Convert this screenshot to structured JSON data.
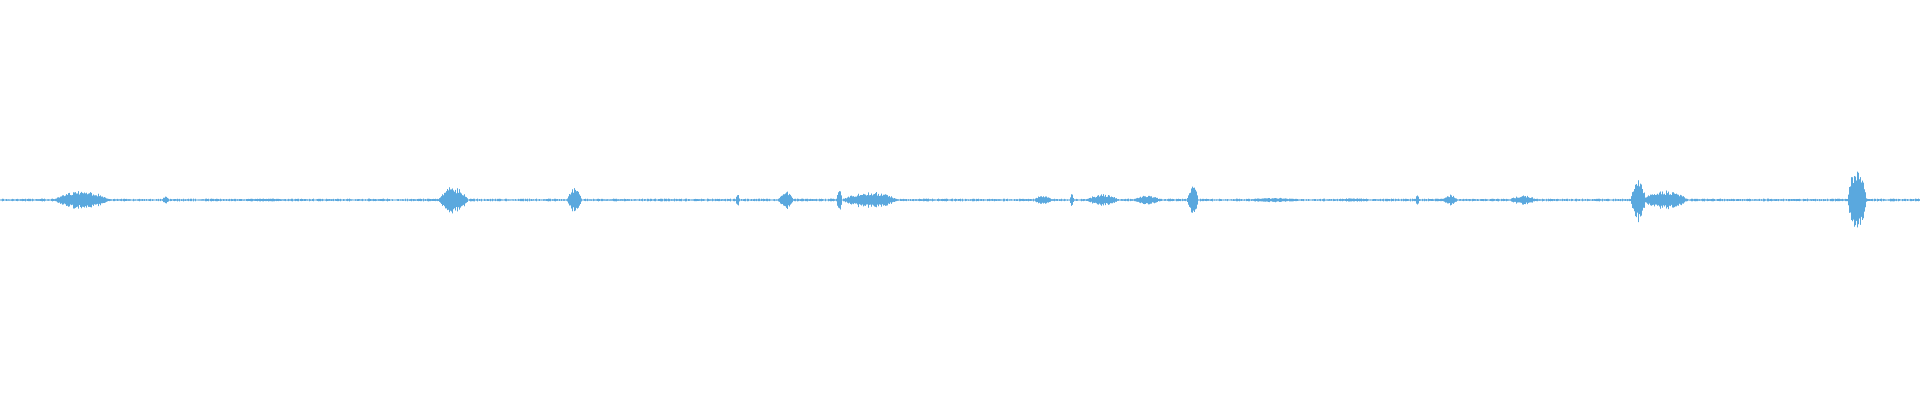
{
  "waveform": {
    "color": "#5aa8de",
    "baseline_amplitude": 0.006,
    "duration": 1.0,
    "bursts": [
      {
        "center": 0.042,
        "width": 0.03,
        "amplitude": 0.05
      },
      {
        "center": 0.086,
        "width": 0.004,
        "amplitude": 0.02
      },
      {
        "center": 0.137,
        "width": 0.03,
        "amplitude": 0.008
      },
      {
        "center": 0.195,
        "width": 0.015,
        "amplitude": 0.006
      },
      {
        "center": 0.236,
        "width": 0.016,
        "amplitude": 0.07
      },
      {
        "center": 0.299,
        "width": 0.008,
        "amplitude": 0.07
      },
      {
        "center": 0.384,
        "width": 0.002,
        "amplitude": 0.04
      },
      {
        "center": 0.409,
        "width": 0.008,
        "amplitude": 0.05
      },
      {
        "center": 0.437,
        "width": 0.003,
        "amplitude": 0.06
      },
      {
        "center": 0.453,
        "width": 0.03,
        "amplitude": 0.045
      },
      {
        "center": 0.543,
        "width": 0.01,
        "amplitude": 0.025
      },
      {
        "center": 0.558,
        "width": 0.002,
        "amplitude": 0.04
      },
      {
        "center": 0.574,
        "width": 0.018,
        "amplitude": 0.03
      },
      {
        "center": 0.597,
        "width": 0.015,
        "amplitude": 0.025
      },
      {
        "center": 0.621,
        "width": 0.006,
        "amplitude": 0.08
      },
      {
        "center": 0.663,
        "width": 0.03,
        "amplitude": 0.012
      },
      {
        "center": 0.705,
        "width": 0.02,
        "amplitude": 0.01
      },
      {
        "center": 0.738,
        "width": 0.002,
        "amplitude": 0.03
      },
      {
        "center": 0.755,
        "width": 0.008,
        "amplitude": 0.03
      },
      {
        "center": 0.793,
        "width": 0.015,
        "amplitude": 0.025
      },
      {
        "center": 0.853,
        "width": 0.008,
        "amplitude": 0.12
      },
      {
        "center": 0.867,
        "width": 0.025,
        "amplitude": 0.05
      },
      {
        "center": 0.967,
        "width": 0.01,
        "amplitude": 0.19
      }
    ]
  }
}
